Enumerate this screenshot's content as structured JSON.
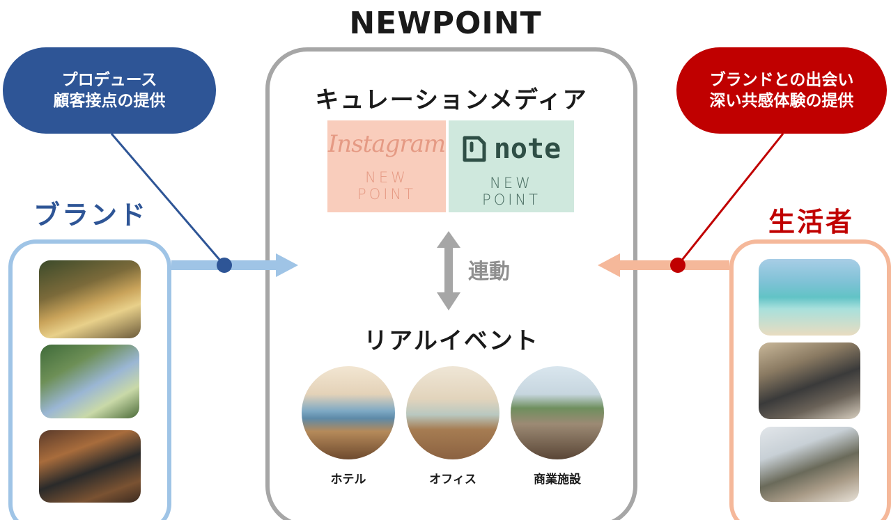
{
  "title": "NEWPOINT",
  "center": {
    "curation_heading": "キュレーションメディア",
    "instagram": {
      "logo": "Instagram",
      "sub_line1": "NEW",
      "sub_line2": "POINT"
    },
    "note": {
      "logo": "note",
      "sub_line1": "NEW",
      "sub_line2": "POINT"
    },
    "link_label": "連動",
    "realevent_heading": "リアルイベント",
    "venues": [
      "ホテル",
      "オフィス",
      "商業施設"
    ]
  },
  "left": {
    "bubble_line1": "プロデュース",
    "bubble_line2": "顧客接点の提供",
    "label": "ブランド"
  },
  "right": {
    "bubble_line1": "ブランドとの出会い",
    "bubble_line2": "深い共感体験の提供",
    "label": "生活者"
  },
  "colors": {
    "brand_blue": "#2e5596",
    "consumer_red": "#c00000",
    "light_blue": "#9fc4e6",
    "peach": "#f5b89a",
    "gray": "#a6a6a6"
  }
}
